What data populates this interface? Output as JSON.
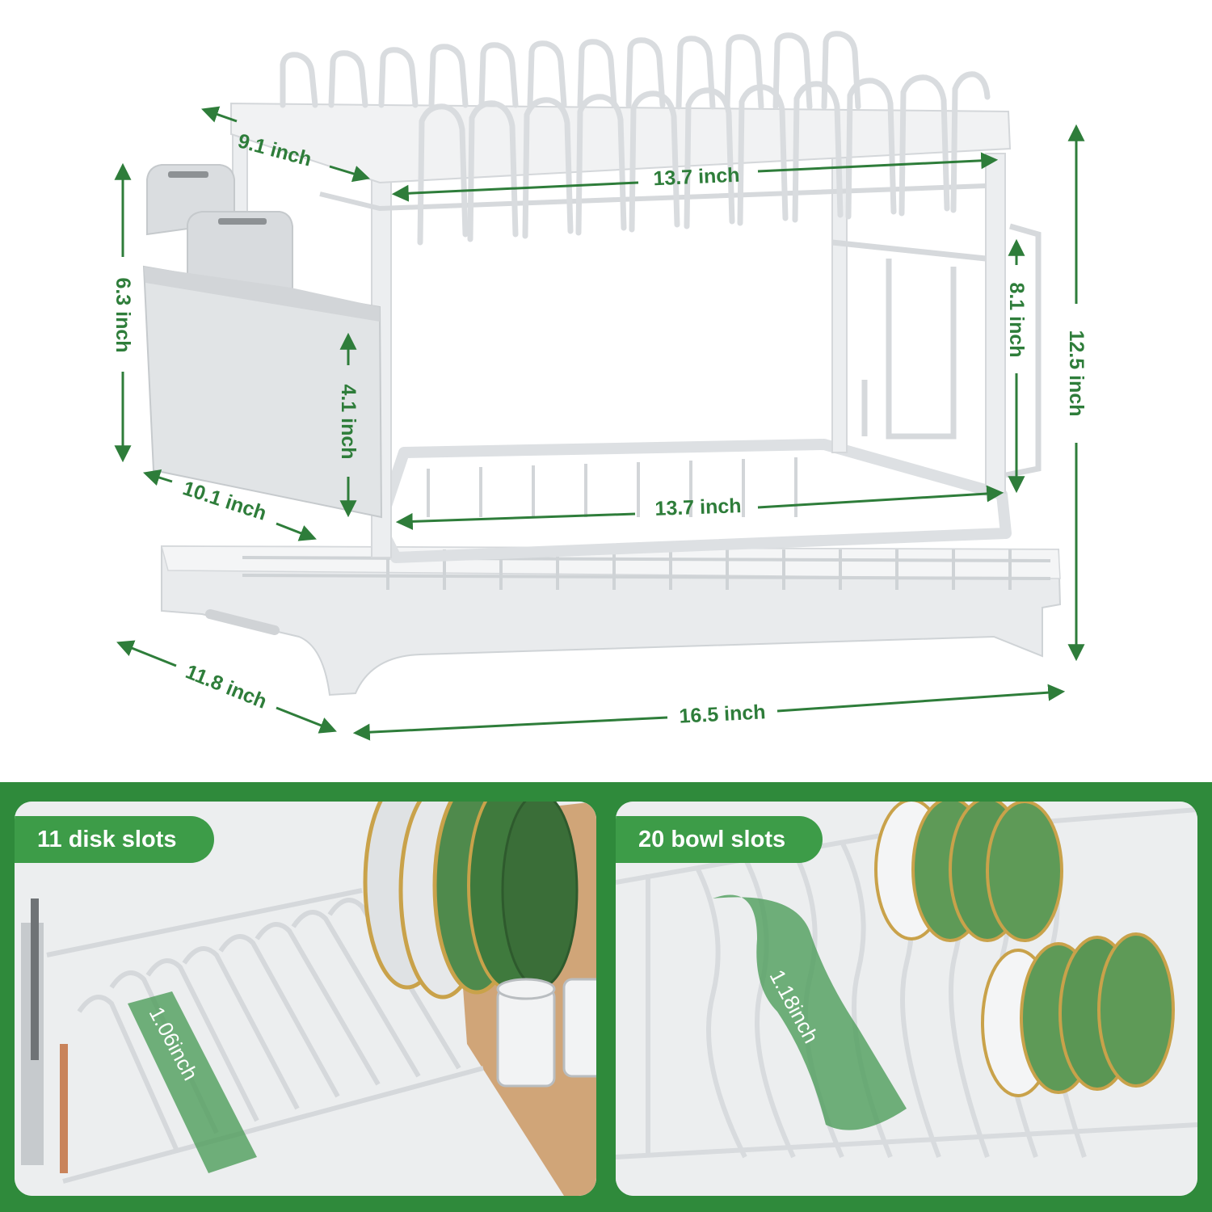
{
  "dimensions": {
    "top_depth": "9.1 inch",
    "top_width": "13.7 inch",
    "utensil_height": "6.3 inch",
    "cup_depth": "4.1 inch",
    "side_height": "8.1 inch",
    "total_height": "12.5 inch",
    "bottom_depth": "10.1 inch",
    "bottom_width": "13.7 inch",
    "tray_depth": "11.8 inch",
    "tray_width": "16.5 inch"
  },
  "panels": {
    "disk": {
      "label": "11 disk slots",
      "spacing": "1.06inch"
    },
    "bowl": {
      "label": "20 bowl slots",
      "spacing": "1.18inch"
    }
  },
  "colors": {
    "accent": "#2e7d3a",
    "banner": "#2f8a3b",
    "pill": "#3d9c48",
    "plate_green": "#4f8a4c",
    "gold_rim": "#c9a24a",
    "rack_gray": "#e6e8ea"
  }
}
